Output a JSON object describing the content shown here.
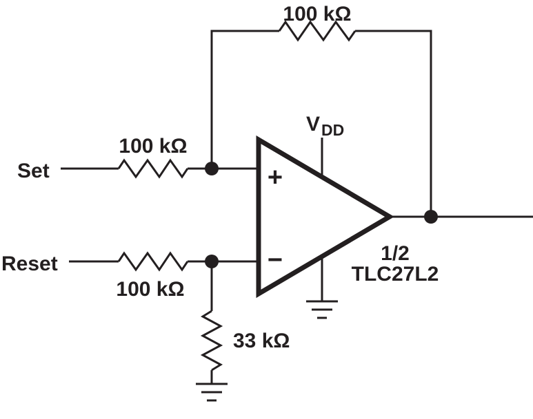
{
  "colors": {
    "ink": "#231f20",
    "background": "#ffffff"
  },
  "labels": {
    "set_input": "Set",
    "reset_input": "Reset",
    "feedback_resistor_value": "100 kΩ",
    "set_resistor_value": "100 kΩ",
    "reset_resistor_value": "100 kΩ",
    "pulldown_resistor_value": "33 kΩ",
    "supply_v": "V",
    "supply_sub": "DD",
    "noninverting_sign": "+",
    "inverting_sign": "−",
    "opamp_fraction": "1/2",
    "opamp_part": "TLC27L2"
  }
}
